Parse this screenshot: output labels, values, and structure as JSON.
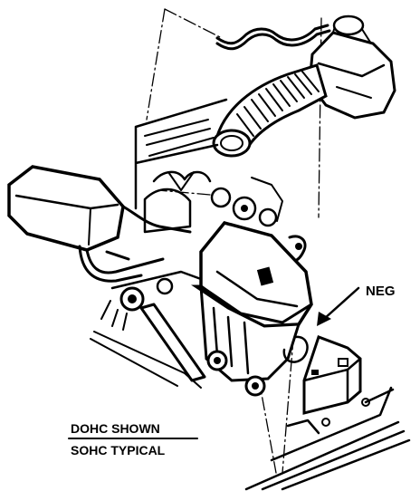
{
  "labels": {
    "neg": "NEG",
    "caption_line1": "DOHC SHOWN",
    "caption_line2": "SOHC TYPICAL"
  },
  "colors": {
    "ink": "#000000",
    "background": "#ffffff"
  }
}
